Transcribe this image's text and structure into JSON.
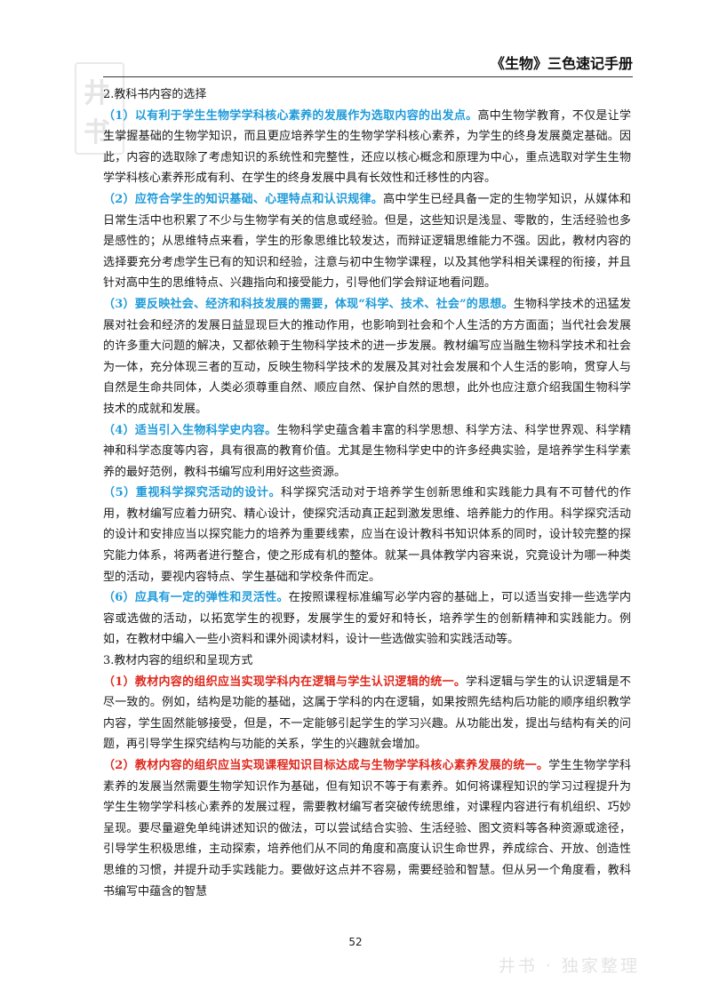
{
  "header": {
    "title": "《生物》三色速记手册",
    "logo_chars": [
      "井",
      "书"
    ]
  },
  "sections": [
    {
      "heading": "2.教科书内容的选择",
      "items": [
        {
          "lead": "（1）以有利于学生生物学学科核心素养的发展作为选取内容的出发点。",
          "body": "高中生物学教育，不仅是让学生掌握基础的生物学知识，而且更应培养学生的生物学学科核心素养，为学生的终身发展奠定基础。因此，内容的选取除了考虑知识的系统性和完整性，还应以核心概念和原理为中心，重点选取对学生生物学学科核心素养形成有利、在学生的终身发展中具有长效性和迁移性的内容。"
        },
        {
          "lead": "（2）应符合学生的知识基础、心理特点和认识规律。",
          "body": "高中学生已经具备一定的生物学知识，从媒体和日常生活中也积累了不少与生物学有关的信息或经验。但是，这些知识是浅显、零散的，生活经验也多是感性的；从思维特点来看，学生的形象思维比较发达，而辩证逻辑思维能力不强。因此，教材内容的选择要充分考虑学生已有的知识和经验，注意与初中生物学课程，以及其他学科相关课程的衔接，并且针对高中生的思维特点、兴趣指向和接受能力，引导他们学会辩证地看问题。"
        },
        {
          "lead": "（3）要反映社会、经济和科技发展的需要，体现“科学、技术、社会”的思想。",
          "body": "生物科学技术的迅猛发展对社会和经济的发展日益显现巨大的推动作用，也影响到社会和个人生活的方方面面；当代社会发展的许多重大问题的解决，又都依赖于生物科学技术的进一步发展。教材编写应当融生物科学技术和社会为一体，充分体现三者的互动，反映生物科学技术的发展及其对社会发展和个人生活的影响，贯穿人与自然是生命共同体，人类必须尊重自然、顺应自然、保护自然的思想，此外也应注意介绍我国生物科学技术的成就和发展。"
        },
        {
          "lead": "（4）适当引入生物科学史内容。",
          "body": "生物科学史蕴含着丰富的科学思想、科学方法、科学世界观、科学精神和科学态度等内容，具有很高的教育价值。尤其是生物科学史中的许多经典实验，是培养学生科学素养的最好范例，教科书编写应利用好这些资源。"
        },
        {
          "lead": "（5）重视科学探究活动的设计。",
          "body": "科学探究活动对于培养学生创新思维和实践能力具有不可替代的作用，教材编写应着力研究、精心设计，使探究活动真正起到激发思维、培养能力的作用。科学探究活动的设计和安排应当以探究能力的培养为重要线索，应当在设计教科书知识体系的同时，设计较完整的探究能力体系，将两者进行整合，使之形成有机的整体。就某一具体教学内容来说，究竟设计为哪一种类型的活动，要视内容特点、学生基础和学校条件而定。"
        },
        {
          "lead": "（6）应具有一定的弹性和灵活性。",
          "body": "在按照课程标准编写必学内容的基础上，可以适当安排一些选学内容或选做的活动，以拓宽学生的视野，发展学生的爱好和特长，培养学生的创新精神和实践能力。例如，在教材中编入一些小资料和课外阅读材料，设计一些选做实验和实践活动等。"
        }
      ]
    },
    {
      "heading": "3.教材内容的组织和呈现方式",
      "items": [
        {
          "lead": "（1）教材内容的组织应当实现学科内在逻辑与学生认识逻辑的统一。",
          "body": "学科逻辑与学生的认识逻辑是不尽一致的。例如，结构是功能的基础，这属于学科的内在逻辑，如果按照先结构后功能的顺序组织教学内容，学生固然能够接受，但是，不一定能够引起学生的学习兴趣。从功能出发，提出与结构有关的问题，再引导学生探究结构与功能的关系，学生的兴趣就会增加。"
        },
        {
          "lead": "（2）教材内容的组织应当实现课程知识目标达成与生物学学科核心素养发展的统一。",
          "body": "学生生物学学科素养的发展当然需要生物学知识作为基础，但有知识不等于有素养。如何将课程知识的学习过程提升为学生生物学学科核心素养的发展过程，需要教材编写者突破传统思维，对课程内容进行有机组织、巧妙呈现。要尽量避免单纯讲述知识的做法，可以尝试结合实验、生活经验、图文资料等各种资源或途径，引导学生积极思维，主动探索，培养他们从不同的角度和高度认识生命世界，养成综合、开放、创造性思维的习惯，并提升动手实践能力。要做好这点并不容易，需要经验和智慧。但从另一个角度看，教科书编写中蕴含的智慧"
        }
      ]
    }
  ],
  "footer": {
    "page_number": "52",
    "watermark": "井书 · 独家整理"
  },
  "colors": {
    "blue_heading": "#1f9bd9",
    "red_heading": "#e0281d"
  }
}
